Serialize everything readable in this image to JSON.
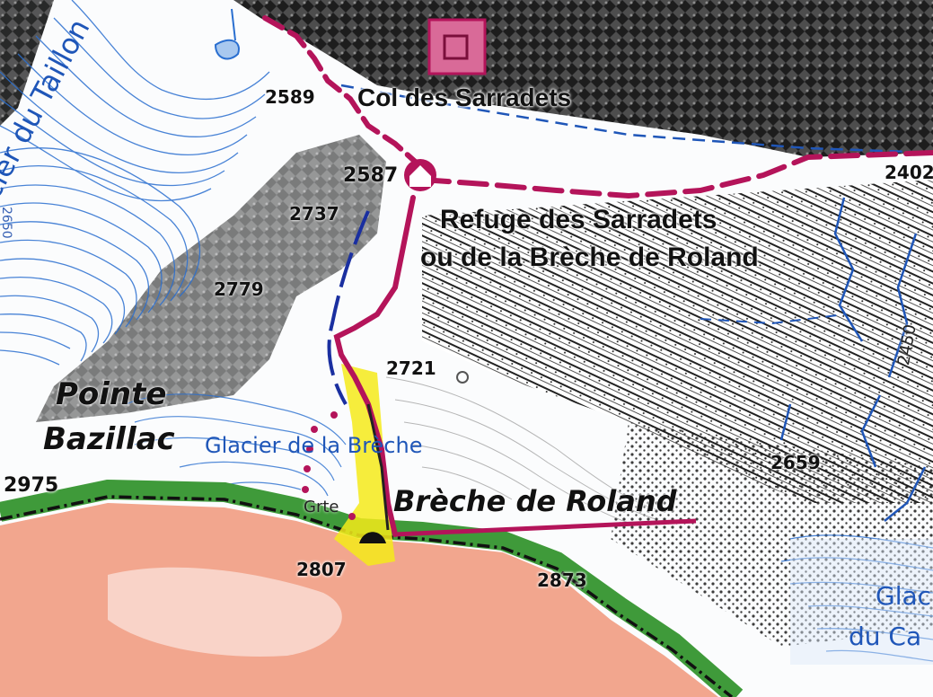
{
  "map": {
    "labels": {
      "col": "Col des Sarradets",
      "col_alt": "2589",
      "refuge_line1": "Refuge des Sarradets",
      "refuge_line2": "ou de la Brèche de Roland",
      "refuge_alt": "2587",
      "alt_2737": "2737",
      "alt_2779": "2779",
      "alt_2721": "2721",
      "alt_2807": "2807",
      "alt_2873": "2873",
      "alt_2975": "2975",
      "alt_2659": "2659",
      "alt_2402": "2402",
      "alt_2450": "2450",
      "alt_2650": "2650",
      "peak_line1": "Pointe",
      "peak_line2": "Bazillac",
      "glacier_taillon": "Glacier du Taillon",
      "glacier_breche": "Glacier de la Brèche",
      "breche": "Brèche de Roland",
      "grotte": "Grte",
      "glacier_casque_line1": "Glac",
      "glacier_casque_line2": "du Ca"
    },
    "colors": {
      "trail": "#b4145a",
      "water": "#1f56b8",
      "glacier_line": "#2a6fd0",
      "highlight": "#f4ea1a",
      "spain_zone": "#f2a68e",
      "border_band": "#3f9a3a",
      "rock": "#1a1a1a"
    }
  }
}
